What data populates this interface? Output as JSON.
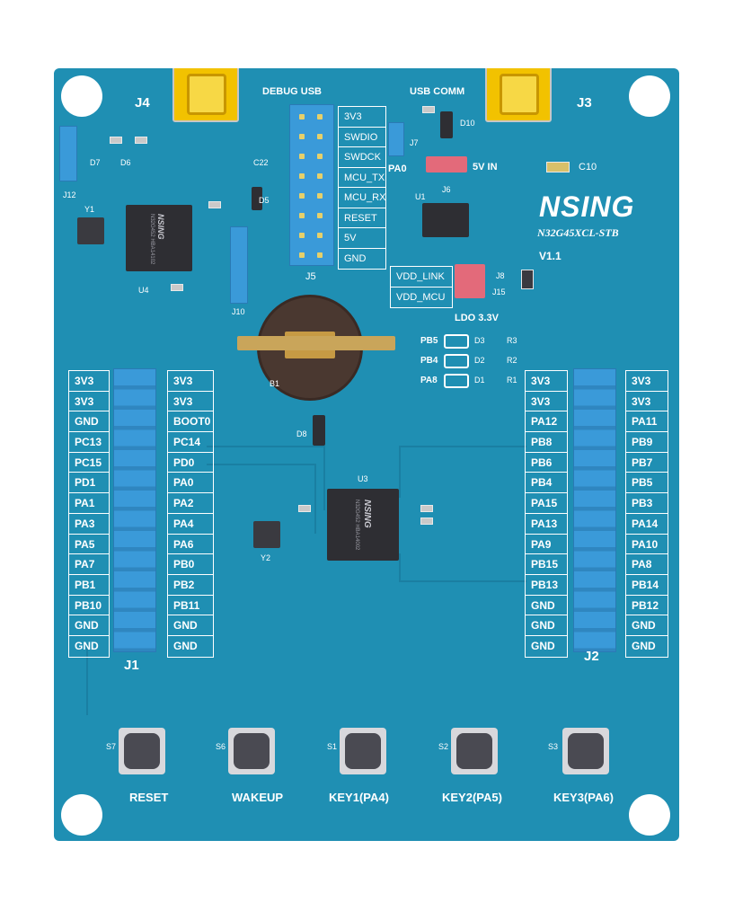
{
  "board": {
    "logo": "NSING",
    "model": "N32G45XCL-STB",
    "version": "V1.1"
  },
  "connectors": {
    "j4": "J4",
    "j3": "J3",
    "debug_usb": "DEBUG USB",
    "usb_comm": "USB COMM",
    "j5": "J5",
    "j6": "J6",
    "j7": "J7",
    "j8": "J8",
    "j10": "J10",
    "j12": "J12",
    "j15": "J15",
    "j1": "J1",
    "j2": "J2",
    "pa0": "PA0",
    "five_v_in": "5V IN",
    "ldo": "LDO 3.3V"
  },
  "debug_header_labels": [
    "3V3",
    "SWDIO",
    "SWDCK",
    "MCU_TX",
    "MCU_RX",
    "RESET",
    "5V",
    "GND"
  ],
  "power_select": [
    "VDD_LINK",
    "VDD_MCU"
  ],
  "leds": [
    {
      "pin": "PB5",
      "ref": "D3",
      "res": "R3"
    },
    {
      "pin": "PB4",
      "ref": "D2",
      "res": "R2"
    },
    {
      "pin": "PA8",
      "ref": "D1",
      "res": "R1"
    }
  ],
  "components": {
    "u1": "U1",
    "u3": "U3",
    "u4": "U4",
    "b1": "B1",
    "d5": "D5",
    "d6": "D6",
    "d7": "D7",
    "d8": "D8",
    "d10": "D10",
    "y1": "Y1",
    "y2": "Y2",
    "c10": "C10",
    "c22": "C22"
  },
  "chip_marks": {
    "u4_brand": "NSING",
    "u4_text": "N32G452 HBA14102",
    "u3_brand": "NSING",
    "u3_text": "N32G452 HBA14002"
  },
  "j1_left": [
    "3V3",
    "3V3",
    "GND",
    "PC13",
    "PC15",
    "PD1",
    "PA1",
    "PA3",
    "PA5",
    "PA7",
    "PB1",
    "PB10",
    "GND",
    "GND"
  ],
  "j1_right": [
    "3V3",
    "3V3",
    "BOOT0",
    "PC14",
    "PD0",
    "PA0",
    "PA2",
    "PA4",
    "PA6",
    "PB0",
    "PB2",
    "PB11",
    "GND",
    "GND"
  ],
  "j2_left": [
    "3V3",
    "3V3",
    "PA12",
    "PB8",
    "PB6",
    "PB4",
    "PA15",
    "PA13",
    "PA9",
    "PB15",
    "PB13",
    "GND",
    "GND",
    "GND"
  ],
  "j2_right": [
    "3V3",
    "3V3",
    "PA11",
    "PB9",
    "PB7",
    "PB5",
    "PB3",
    "PA14",
    "PA10",
    "PA8",
    "PB14",
    "PB12",
    "GND",
    "GND"
  ],
  "buttons": [
    {
      "ref": "S7",
      "label": "RESET"
    },
    {
      "ref": "S6",
      "label": "WAKEUP"
    },
    {
      "ref": "S1",
      "label": "KEY1(PA4)"
    },
    {
      "ref": "S2",
      "label": "KEY2(PA5)"
    },
    {
      "ref": "S3",
      "label": "KEY3(PA6)"
    }
  ],
  "colors": {
    "pcb": "#1f8fb3",
    "silkscreen": "#ffffff",
    "usb_connector": "#f2c200",
    "jumper": "#e36a7a",
    "header": "#3a9ad9"
  }
}
